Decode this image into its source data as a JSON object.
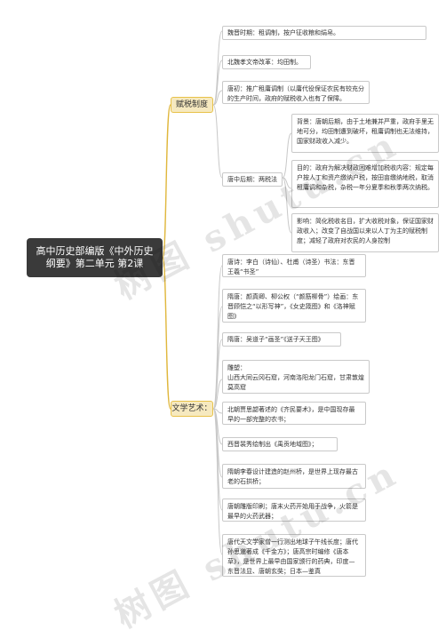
{
  "root": {
    "title": "高中历史部编版《中外历史纲要》第二单元 第2课"
  },
  "branches": [
    {
      "label": "赋税制度",
      "items": [
        {
          "text": "魏晋时期：租调制，按户征收粮和绢帛。"
        },
        {
          "text": "北魏孝文帝改革：均田制。"
        },
        {
          "text": "唐初：推广租庸调制（以庸代役保证农民有较充分的生产时间，政府的赋税收入也有了保障。"
        },
        {
          "text": "唐中后期：两税法",
          "children": [
            {
              "text": "背景：唐朝后期，由于土地兼并严重，政府手里无地可分，均田制遭到破坏，租庸调制也无法维持，国家财政收入减少。"
            },
            {
              "text": "目的：政府为解决财政困难增加税收内容：规定每户按人丁和资产缴纳户税，按田亩缴纳地税，取消租庸调和杂税，杂税一年分夏季和秋季两次纳税。"
            },
            {
              "text": "影响：简化税收名目，扩大收税对象，保证国家财政收入；改变了自战国以来以人丁为主的赋税制度；减轻了政府对农民的人身控制"
            }
          ]
        }
      ]
    },
    {
      "label": "文学艺术：",
      "items": [
        {
          "text": "唐诗：李白（诗仙）、杜甫（诗圣）书法：东晋王羲“书圣”"
        },
        {
          "text": "隋唐：颜真卿、柳公权（“颜筋柳骨”）绘画：东晋顾恺之“以形写神”，《女史箴图》和《洛神赋图》"
        },
        {
          "text": "隋唐：吴道子“画圣”《送子天王图》"
        },
        {
          "text": "雕塑：\n山西大同云冈石窟，河南洛阳龙门石窟，甘肃敦煌莫高窟"
        },
        {
          "text": "北朝贾思勰著述的《齐民要术》，是中国现存最早的一部完整的农书；"
        },
        {
          "text": "西晋裴秀绘制出《禹贡地域图》；"
        },
        {
          "text": "隋朝李春设计建造的赵州桥，是世界上现存最古老的石拱桥；"
        },
        {
          "text": "唐朝雕版印刷；唐末火药开始用于战争，火箭是最早的火药武器；"
        },
        {
          "text": "唐代天文学家僧一行测出地球子午线长度；唐代孙思邈著成《千金方》；唐高宗时编修《唐本草》，是世界上最早由国家颁行的药典，印度—东晋法显、唐朝玄奘；日本—鉴真"
        }
      ]
    }
  ],
  "watermark": "树图 shutu.cn"
}
